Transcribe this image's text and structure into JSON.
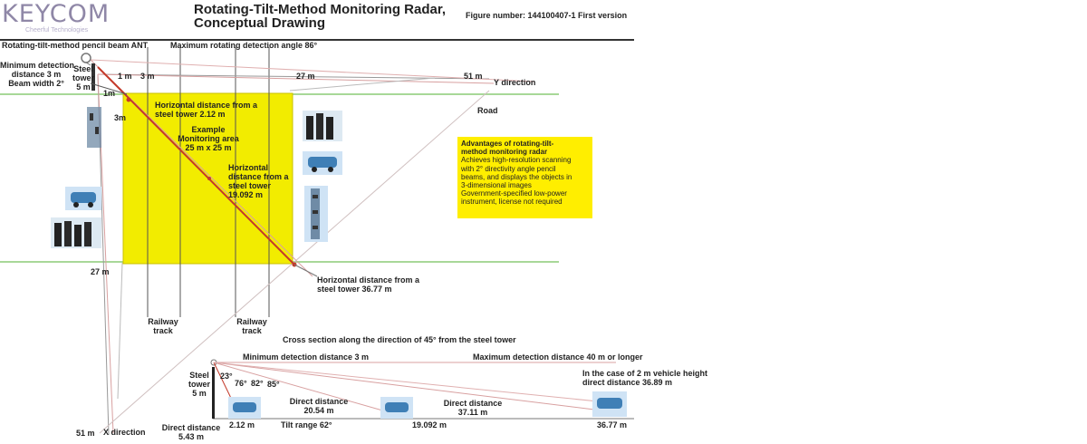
{
  "header": {
    "logo": "KEYCOM",
    "logo_tagline": "Cheerful Technologies",
    "title_line1": "Rotating-Tilt-Method Monitoring Radar,",
    "title_line2": "Conceptual Drawing",
    "figure_number": "Figure number: 144100407-1   First version"
  },
  "plan": {
    "antenna_label": "Rotating-tilt-method pencil beam ANT",
    "max_rotating_angle": "Maximum rotating detection angle 86°",
    "min_detection": [
      "Minimum detection",
      "distance 3 m",
      "Beam width 2°"
    ],
    "steel_tower": [
      "Steel",
      "tower",
      "5 m"
    ],
    "dist_1m": "1 m",
    "dist_3m": "3 m",
    "dist_27m_top": "27 m",
    "dist_51m_top": "51 m",
    "y_direction": "Y direction",
    "road": "Road",
    "dist_1m_side": "1m",
    "dist_3m_side": "3m",
    "horiz_212": [
      "Horizontal distance from a",
      "steel tower 2.12 m"
    ],
    "example_area": [
      "Example",
      "Monitoring area",
      "25 m x 25 m"
    ],
    "horiz_19092": [
      "Horizontal",
      "distance from a",
      "steel tower",
      "19.092 m"
    ],
    "horiz_3677": [
      "Horizontal distance from a",
      "steel tower 36.77 m"
    ],
    "dist_27m_left": "27 m",
    "railway_1": [
      "Railway",
      "track"
    ],
    "railway_2": [
      "Railway",
      "track"
    ],
    "dist_51m_bottom": "51 m",
    "x_direction": "X direction"
  },
  "advantages": {
    "heading": [
      "Advantages of rotating-tilt-",
      "method monitoring radar"
    ],
    "body": [
      "Achieves high-resolution scanning",
      "with 2° directivity angle pencil",
      "beams, and displays the objects in",
      "3-dimensional images",
      "Government-specified low-power",
      "instrument, license not required"
    ]
  },
  "section": {
    "caption": "Cross section along the direction of 45° from the steel tower",
    "min_detection": "Minimum detection distance 3 m",
    "max_detection": "Maximum detection distance 40 m or longer",
    "vehicle_case": [
      "In the case of 2 m vehicle height",
      "direct distance 36.89 m"
    ],
    "steel_tower": [
      "Steel",
      "tower",
      "5 m"
    ],
    "angle_23": "23°",
    "angle_76": "76°",
    "angle_82": "82°",
    "angle_85": "85°",
    "direct_2054": [
      "Direct distance",
      "20.54 m"
    ],
    "direct_3711": [
      "Direct distance",
      "37.11 m"
    ],
    "direct_543": [
      "Direct distance",
      "5.43 m"
    ],
    "dist_212": "2.12 m",
    "tilt_range": "Tilt range 62°",
    "dist_19092": "19.092 m",
    "dist_3677": "36.77 m"
  },
  "colors": {
    "monitoring_area": "#f2ec00",
    "road_line": "#a8d898",
    "beam_red": "#c43a2a",
    "thin_red": "#d8a0a0",
    "advantages_box": "#ffee00",
    "logo": "#8f87a7"
  }
}
